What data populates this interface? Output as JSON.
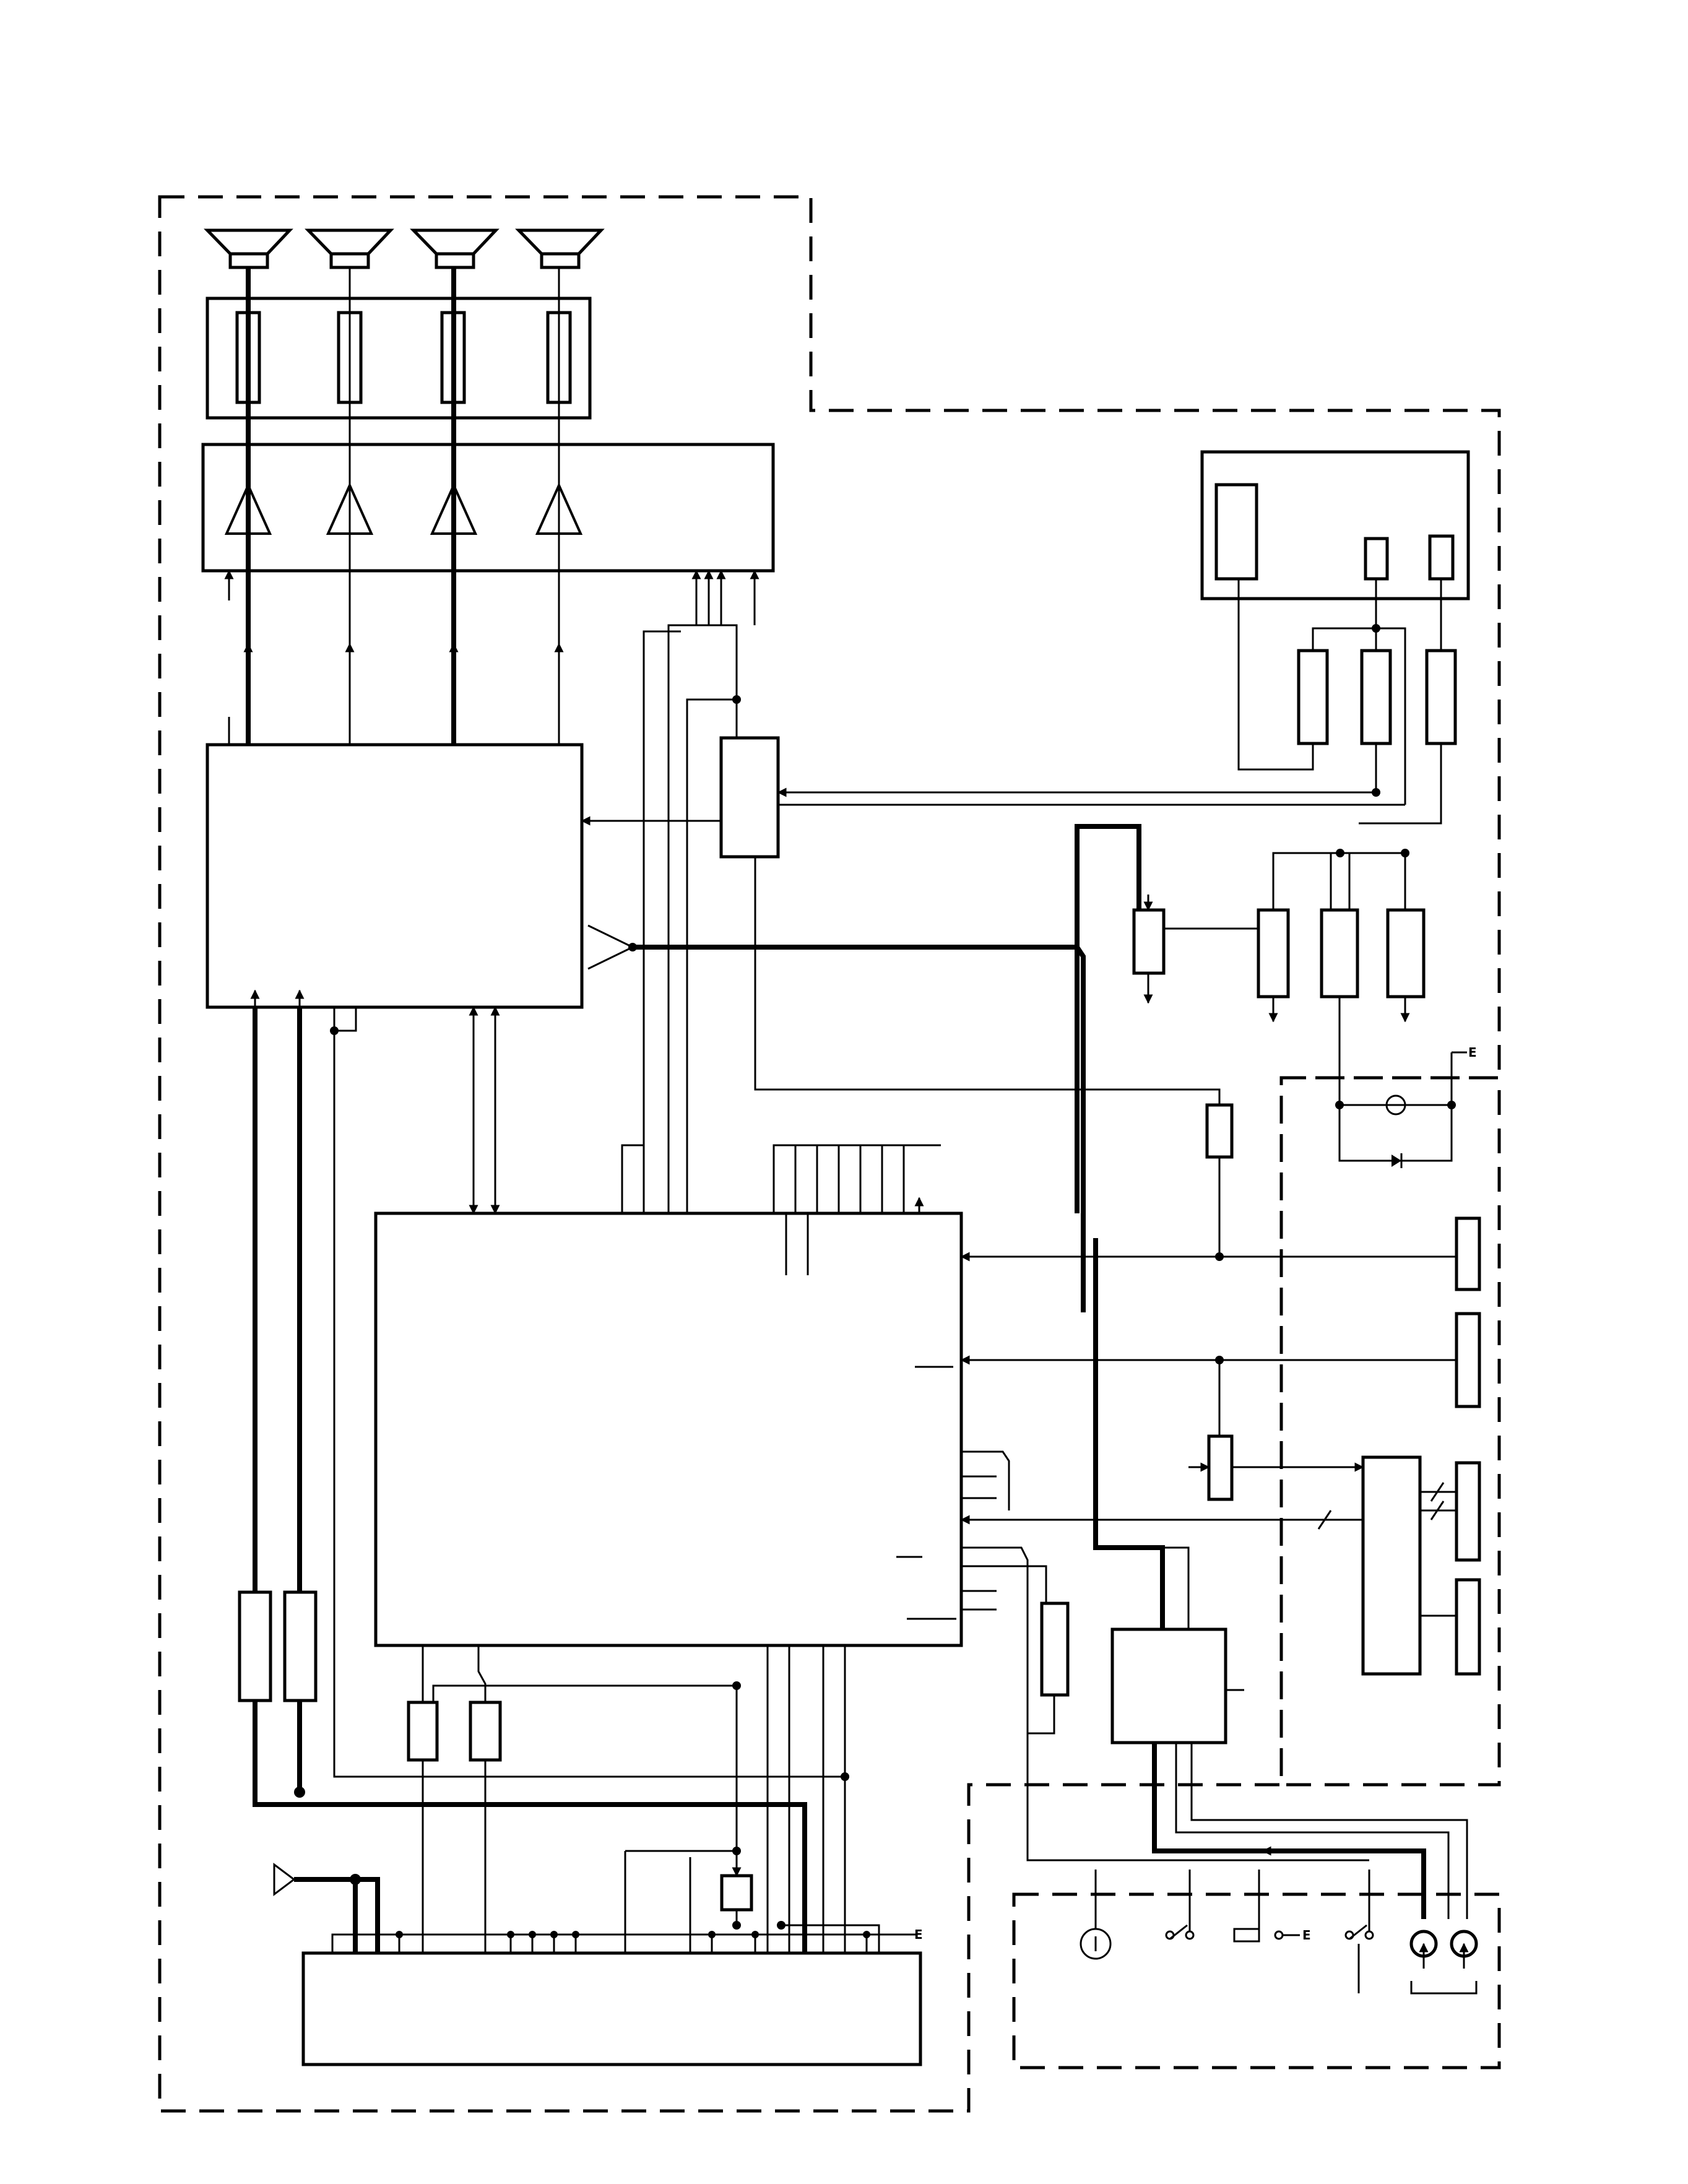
{
  "diagram": {
    "type": "block-diagram",
    "title": "",
    "ground_marks": [
      "E",
      "E",
      "E"
    ],
    "speaker_count": 4,
    "amplifier_count": 4,
    "colors": {
      "line": "#000000",
      "background": "#ffffff"
    }
  }
}
